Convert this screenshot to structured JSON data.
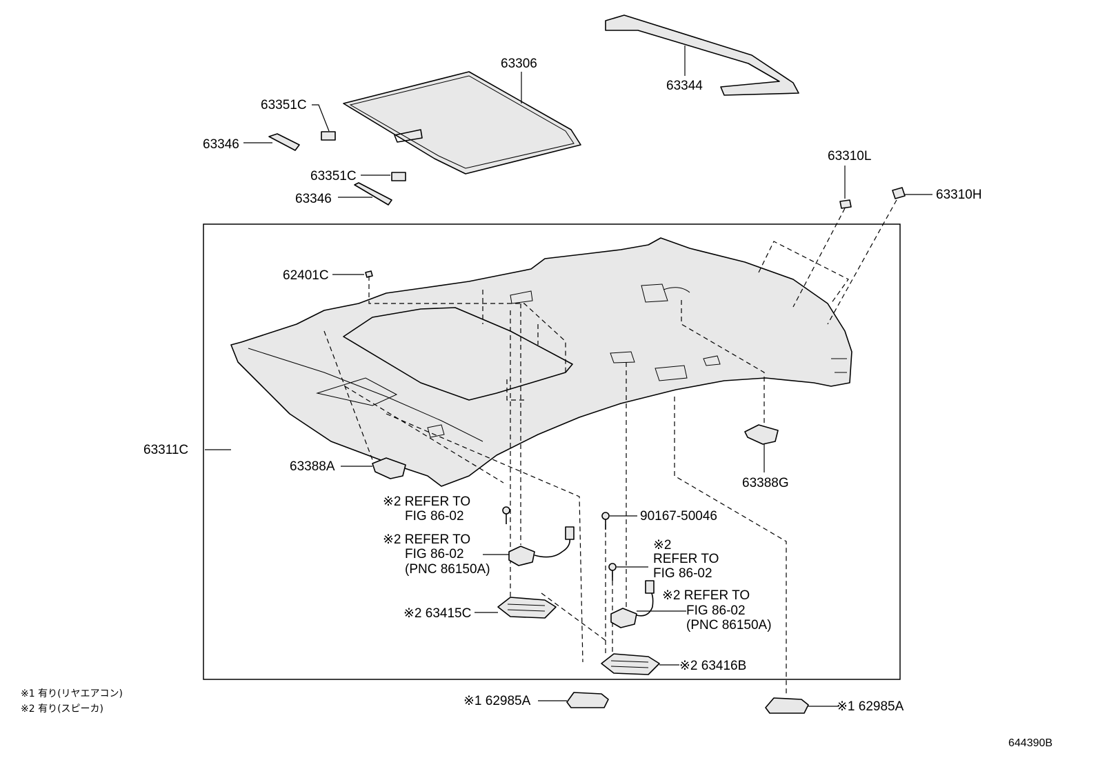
{
  "labels": {
    "p63306": "63306",
    "p63344": "63344",
    "p63351c_a": "63351C",
    "p63346_a": "63346",
    "p63351c_b": "63351C",
    "p63346_b": "63346",
    "p63310l": "63310L",
    "p63310h": "63310H",
    "p62401c": "62401C",
    "p63311c": "63311C",
    "p63388a": "63388A",
    "p63388g": "63388G",
    "p90167": "90167-50046",
    "ref1_a": "※2 REFER TO",
    "ref1_b": "FIG 86-02",
    "ref2_a": "※2 REFER TO",
    "ref2_b": "FIG 86-02",
    "ref2_c": "(PNC 86150A)",
    "ref3_a": "※2",
    "ref3_b": "REFER TO",
    "ref3_c": "FIG 86-02",
    "ref4_a": "※2 REFER TO",
    "ref4_b": "FIG 86-02",
    "ref4_c": "(PNC 86150A)",
    "p63415c": "※2 63415C",
    "p63416b": "※2 63416B",
    "p62985a_l": "※1 62985A",
    "p62985a_r": "※1 62985A"
  },
  "footnotes": [
    "※1 有り(リヤエアコン)",
    "※2 有り(スピーカ)"
  ],
  "catalog_number": "644390B"
}
